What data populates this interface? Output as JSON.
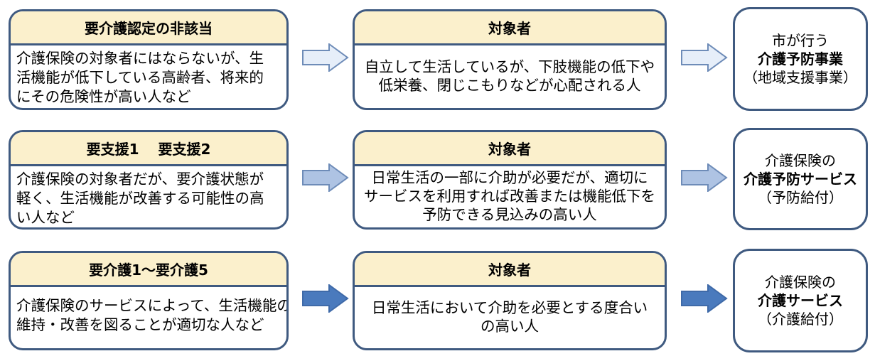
{
  "rows": [
    {
      "category": {
        "title": "要介護認定の非該当",
        "lines": [
          "介護保険の対象者にはならないが、生",
          "活機能が低下している高齢者、将来的",
          "にその危険性が高い人など"
        ]
      },
      "target": {
        "title": "対象者",
        "lines": [
          "自立して生活しているが、下肢機能の低下や",
          "低栄養、閉じこもりなどが心配される人"
        ]
      },
      "service": {
        "line1": "市が行う",
        "line2": "介護予防事業",
        "line3": "（地域支援事業）"
      },
      "arrow_color": "#e6eef9"
    },
    {
      "category": {
        "title": "要支援1　 要支援2",
        "lines": [
          "介護保険の対象者だが、要介護状態が",
          "軽く、生活機能が改善する可能性の高",
          "い人など"
        ]
      },
      "target": {
        "title": "対象者",
        "lines": [
          "日常生活の一部に介助が必要だが、適切に",
          "サービスを利用すれば改善または機能低下を",
          "予防できる見込みの高い人"
        ]
      },
      "service": {
        "line1": "介護保険の",
        "line2": "介護予防サービス",
        "line3": "（予防給付）"
      },
      "arrow_color": "#aec3e3"
    },
    {
      "category": {
        "title": "要介護1～要介護5",
        "lines": [
          "介護保険のサービスによって、生活機能の",
          "維持・改善を図ることが適切な人など"
        ]
      },
      "target": {
        "title": "対象者",
        "lines": [
          "日常生活において介助を必要とする度合い",
          "の高い人"
        ]
      },
      "service": {
        "line1": "介護保険の",
        "line2": "介護サービス",
        "line3": "（介護給付）"
      },
      "arrow_color": "#4a7abd"
    }
  ],
  "colors": {
    "border": "#3f5a80",
    "header_fill": "#fbf0cc",
    "arrow_outline": "#6e8cb8"
  }
}
